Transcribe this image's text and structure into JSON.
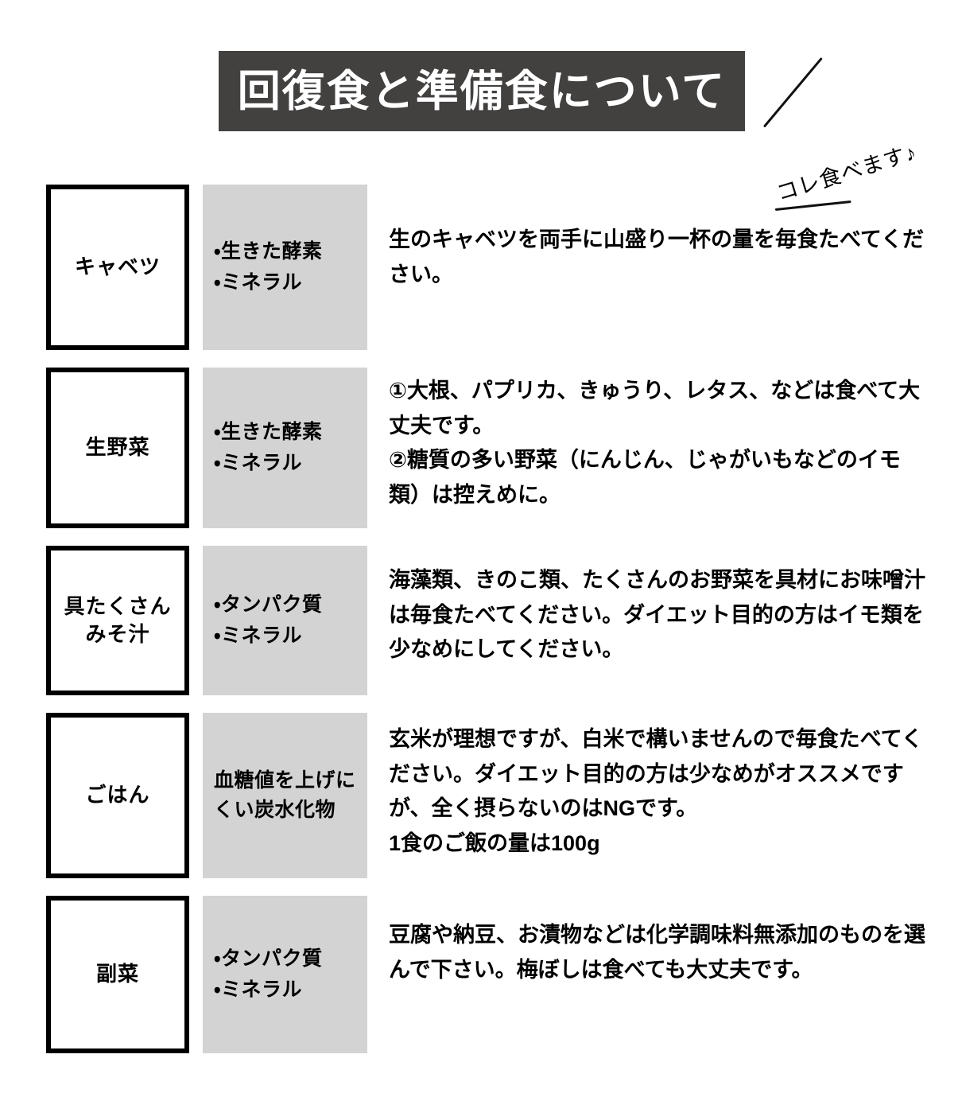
{
  "header": {
    "title": "回復食と準備食について",
    "banner_color": "#434140",
    "title_color": "#ffffff"
  },
  "annotation": {
    "text": "コレ食べます♪"
  },
  "theme": {
    "tag_background": "#d3d3d3",
    "border_color": "#000000",
    "text_color": "#000000"
  },
  "rows": [
    {
      "label": "キャベツ",
      "tags": "・生きた酵素\n・ミネラル",
      "description": "生のキャベツを両手に山盛り一杯の量を毎食たべてください。"
    },
    {
      "label": "生野菜",
      "tags": "・生きた酵素\n・ミネラル",
      "description": "①大根、パプリカ、きゅうり、レタス、などは食べて大丈夫です。\n②糖質の多い野菜（にんじん、じゃがいもなどのイモ類）は控えめに。"
    },
    {
      "label": "具たくさん\nみそ汁",
      "tags": "・タンパク質\n・ミネラル",
      "description": "海藻類、きのこ類、たくさんのお野菜を具材にお味噌汁は毎食たべてください。ダイエット目的の方はイモ類を少なめにしてください。"
    },
    {
      "label": "ごはん",
      "tags": "血糖値を上げにくい炭水化物",
      "description": "玄米が理想ですが、白米で構いませんので毎食たべてください。ダイエット目的の方は少なめがオススメですが、全く摂らないのはNGです。\n1食のご飯の量は100g"
    },
    {
      "label": "副菜",
      "tags": "・タンパク質\n・ミネラル",
      "description": "豆腐や納豆、お漬物などは化学調味料無添加のものを選んで下さい。梅ぼしは食べても大丈夫です。"
    }
  ]
}
